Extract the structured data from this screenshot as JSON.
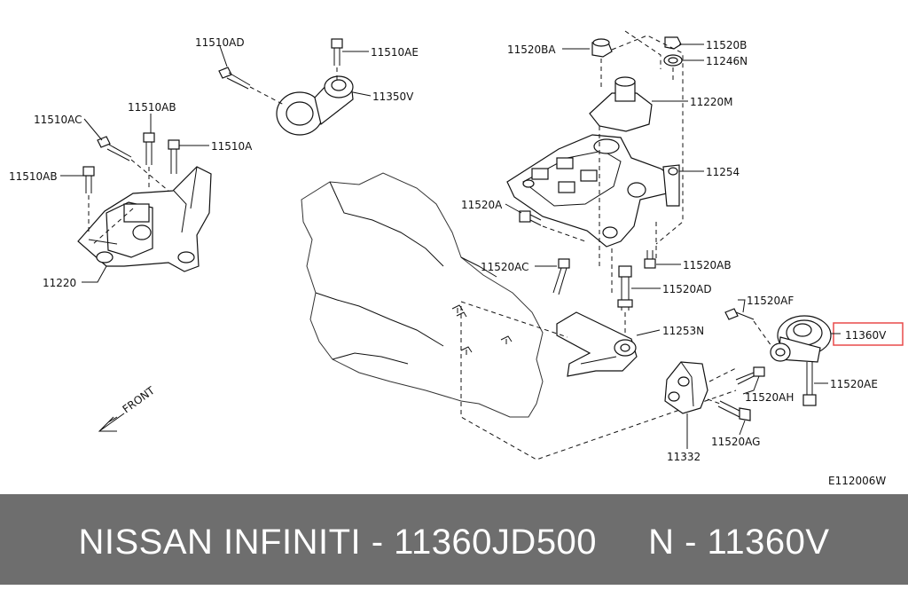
{
  "diagram": {
    "labels": {
      "p11510AD": "11510AD",
      "p11510AE": "11510AE",
      "p11350V": "11350V",
      "p11510AC": "11510AC",
      "p11510AB_top": "11510AB",
      "p11510A": "11510A",
      "p11510AB_left": "11510AB",
      "p11220": "11220",
      "p11520BA": "11520BA",
      "p11520B": "11520B",
      "p11246N": "11246N",
      "p11220M": "11220M",
      "p11254": "11254",
      "p11520A": "11520A",
      "p11520AC": "11520AC",
      "p11520AB": "11520AB",
      "p11520AD": "11520AD",
      "p11520AF": "11520AF",
      "p11253N": "11253N",
      "p11360V": "11360V",
      "p11520AH": "11520AH",
      "p11520AE": "11520AE",
      "p11332": "11332",
      "p11520AG": "11520AG",
      "front": "FRONT",
      "drawing_code": "E112006W"
    },
    "highlight_color": "#e84a4a"
  },
  "footer": {
    "text": "NISSAN INFINITI - 11360JD500     N - 11360V",
    "background": "#6e6e6e"
  }
}
